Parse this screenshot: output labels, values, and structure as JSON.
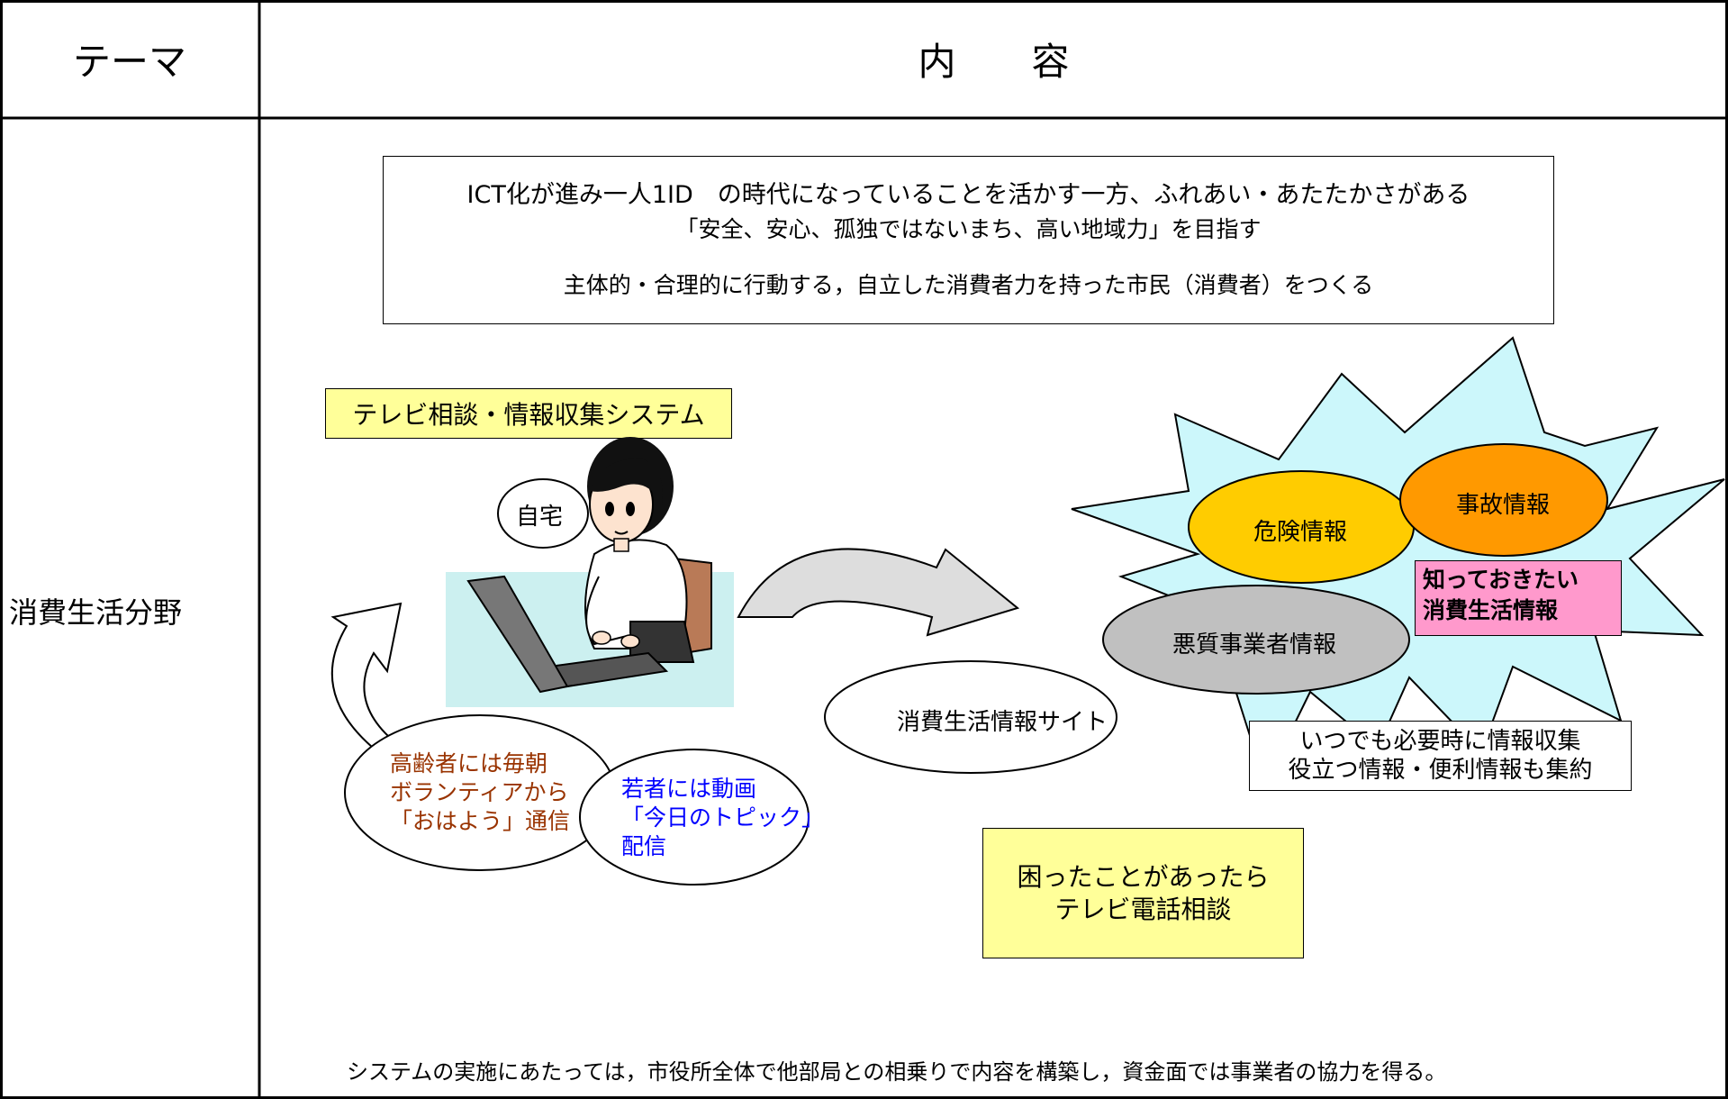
{
  "table": {
    "header_theme": "テーマ",
    "header_content": "内　　容",
    "row_theme": "消費生活分野"
  },
  "vision": {
    "line1": "ICT化が進み一人1ID　の時代になっていることを活かす一方、ふれあい・あたたかさがある",
    "line2": "「安全、安心、孤独ではないまち、高い地域力」を目指す",
    "line3": "主体的・合理的に行動する，自立した消費者力を持った市民（消費者）をつくる"
  },
  "system_label": "テレビ相談・情報収集システム",
  "home_label": "自宅",
  "elderly": {
    "line1": "高齢者には毎朝",
    "line2": "ボランティアから",
    "line3": "「おはよう」通信"
  },
  "youth": {
    "line1": "若者には動画",
    "line2": "「今日のトピック」",
    "line3": "配信"
  },
  "site_label": "消費生活情報サイト",
  "info": {
    "danger": "危険情報",
    "accident": "事故情報",
    "fraud": "悪質事業者情報",
    "knowledge_line1": "知っておきたい",
    "knowledge_line2": "消費生活情報"
  },
  "anytime": {
    "line1": "いつでも必要時に情報収集",
    "line2": "役立つ情報・便利情報も集約"
  },
  "trouble": {
    "line1": "困ったことがあったら",
    "line2": "テレビ電話相談"
  },
  "footer_note": "システムの実施にあたっては，市役所全体で他部局との相乗りで内容を構築し，資金面では事業者の協力を得る。",
  "colors": {
    "yellow_box": "#ffff99",
    "burst_fill": "#ccf7fb",
    "danger_fill": "#ffcc00",
    "accident_fill": "#ff9900",
    "fraud_fill": "#c0c0c0",
    "knowledge_fill": "#ff99cc",
    "desk_fill": "#ccf0f0",
    "elderly_text": "#993300",
    "youth_text": "#0000ff"
  },
  "icons": [
    "woman-at-laptop-illustration",
    "curved-arrow-right",
    "curved-arrow-up"
  ]
}
